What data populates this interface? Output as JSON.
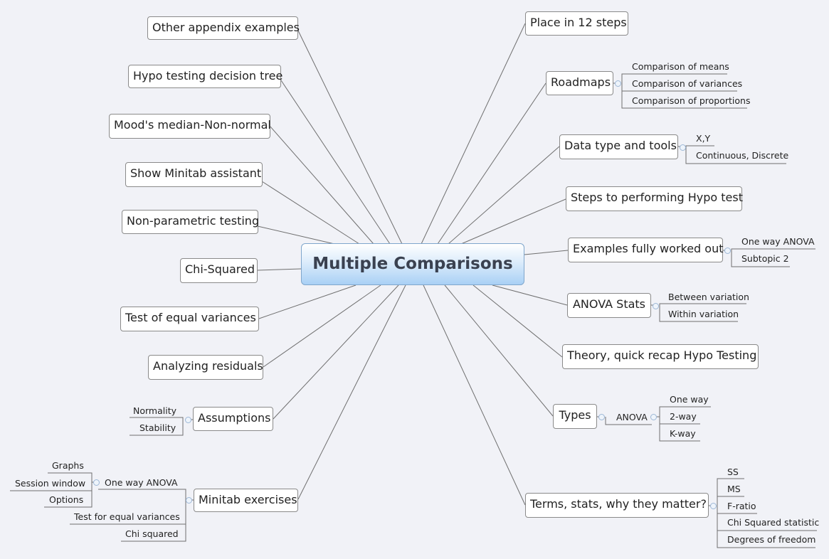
{
  "center": {
    "label": "Multiple Comparisons"
  },
  "left_topics": [
    {
      "label": "Other appendix examples"
    },
    {
      "label": "Hypo testing decision tree"
    },
    {
      "label": "Mood's median-Non-normal"
    },
    {
      "label": "Show Minitab assistant"
    },
    {
      "label": "Non-parametric testing"
    },
    {
      "label": "Chi-Squared"
    },
    {
      "label": "Test of equal variances"
    },
    {
      "label": "Analyzing residuals"
    },
    {
      "label": "Assumptions",
      "children": [
        "Normality",
        "Stability"
      ]
    },
    {
      "label": "Minitab exercises",
      "children": [
        "One way ANOVA",
        "Test for equal variances",
        "Chi squared"
      ],
      "grandchildren": [
        "Graphs",
        "Session window",
        "Options"
      ]
    }
  ],
  "right_topics": [
    {
      "label": "Place in 12 steps"
    },
    {
      "label": "Roadmaps",
      "children": [
        "Comparison of means",
        "Comparison of variances",
        "Comparison of proportions"
      ]
    },
    {
      "label": "Data type and tools",
      "children": [
        "X,Y",
        "Continuous, Discrete"
      ]
    },
    {
      "label": "Steps to performing Hypo test"
    },
    {
      "label": "Examples fully worked out",
      "children": [
        "One way ANOVA",
        "Subtopic 2"
      ]
    },
    {
      "label": "ANOVA Stats",
      "children": [
        "Between variation",
        "Within variation"
      ]
    },
    {
      "label": "Theory, quick recap Hypo Testing"
    },
    {
      "label": "Types",
      "children": [
        "ANOVA"
      ],
      "grandchildren": [
        "One way",
        "2-way",
        "K-way"
      ]
    },
    {
      "label": "Terms, stats, why they matter?",
      "children": [
        "SS",
        "MS",
        "F-ratio",
        "Chi Squared statistic",
        "Degrees of freedom"
      ]
    }
  ],
  "colors": {
    "background": "#f1f2f7",
    "line": "#6f6f6f",
    "center_fill": "#a9d0f5",
    "center_text": "#3a4150"
  }
}
